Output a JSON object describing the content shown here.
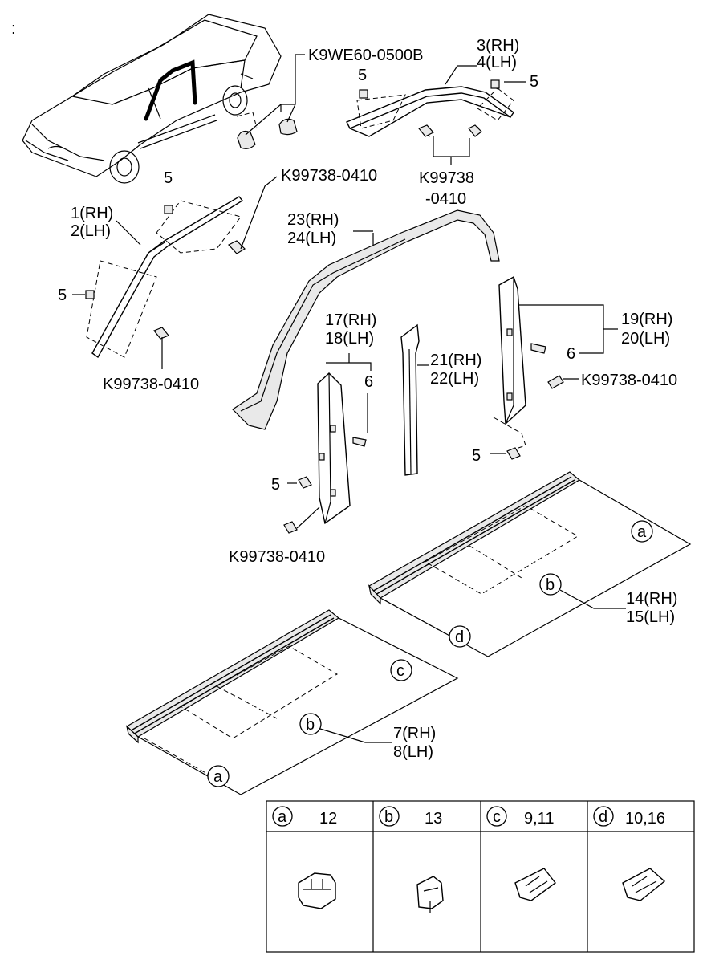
{
  "labels": {
    "corner_mark": ":",
    "clip_main": "K9WE60-0500B",
    "p3": "3(RH)",
    "p4": "4(LH)",
    "screw_top_a": "K99738",
    "screw_top_b": "-0410",
    "five_a": "5",
    "five_b": "5",
    "five_c": "5",
    "five_d": "5",
    "five_e": "5",
    "five_f": "5",
    "screw_1": "K99738-0410",
    "p1": "1(RH)",
    "p2": "2(LH)",
    "screw_2": "K99738-0410",
    "p23": "23(RH)",
    "p24": "24(LH)",
    "p17": "17(RH)",
    "p18": "18(LH)",
    "six_a": "6",
    "p21": "21(RH)",
    "p22": "22(LH)",
    "p19": "19(RH)",
    "p20": "20(LH)",
    "six_b": "6",
    "screw_3": "K99738-0410",
    "screw_4": "K99738-0410",
    "p14": "14(RH)",
    "p15": "15(LH)",
    "p7": "7(RH)",
    "p8": "8(LH)",
    "circ_a1": "a",
    "circ_b1": "b",
    "circ_d1": "d",
    "circ_c2": "c",
    "circ_b2": "b",
    "circ_a2": "a"
  },
  "legend": [
    {
      "letter": "a",
      "parts": "12"
    },
    {
      "letter": "b",
      "parts": "13"
    },
    {
      "letter": "c",
      "parts": "9,11"
    },
    {
      "letter": "d",
      "parts": "10,16"
    }
  ]
}
